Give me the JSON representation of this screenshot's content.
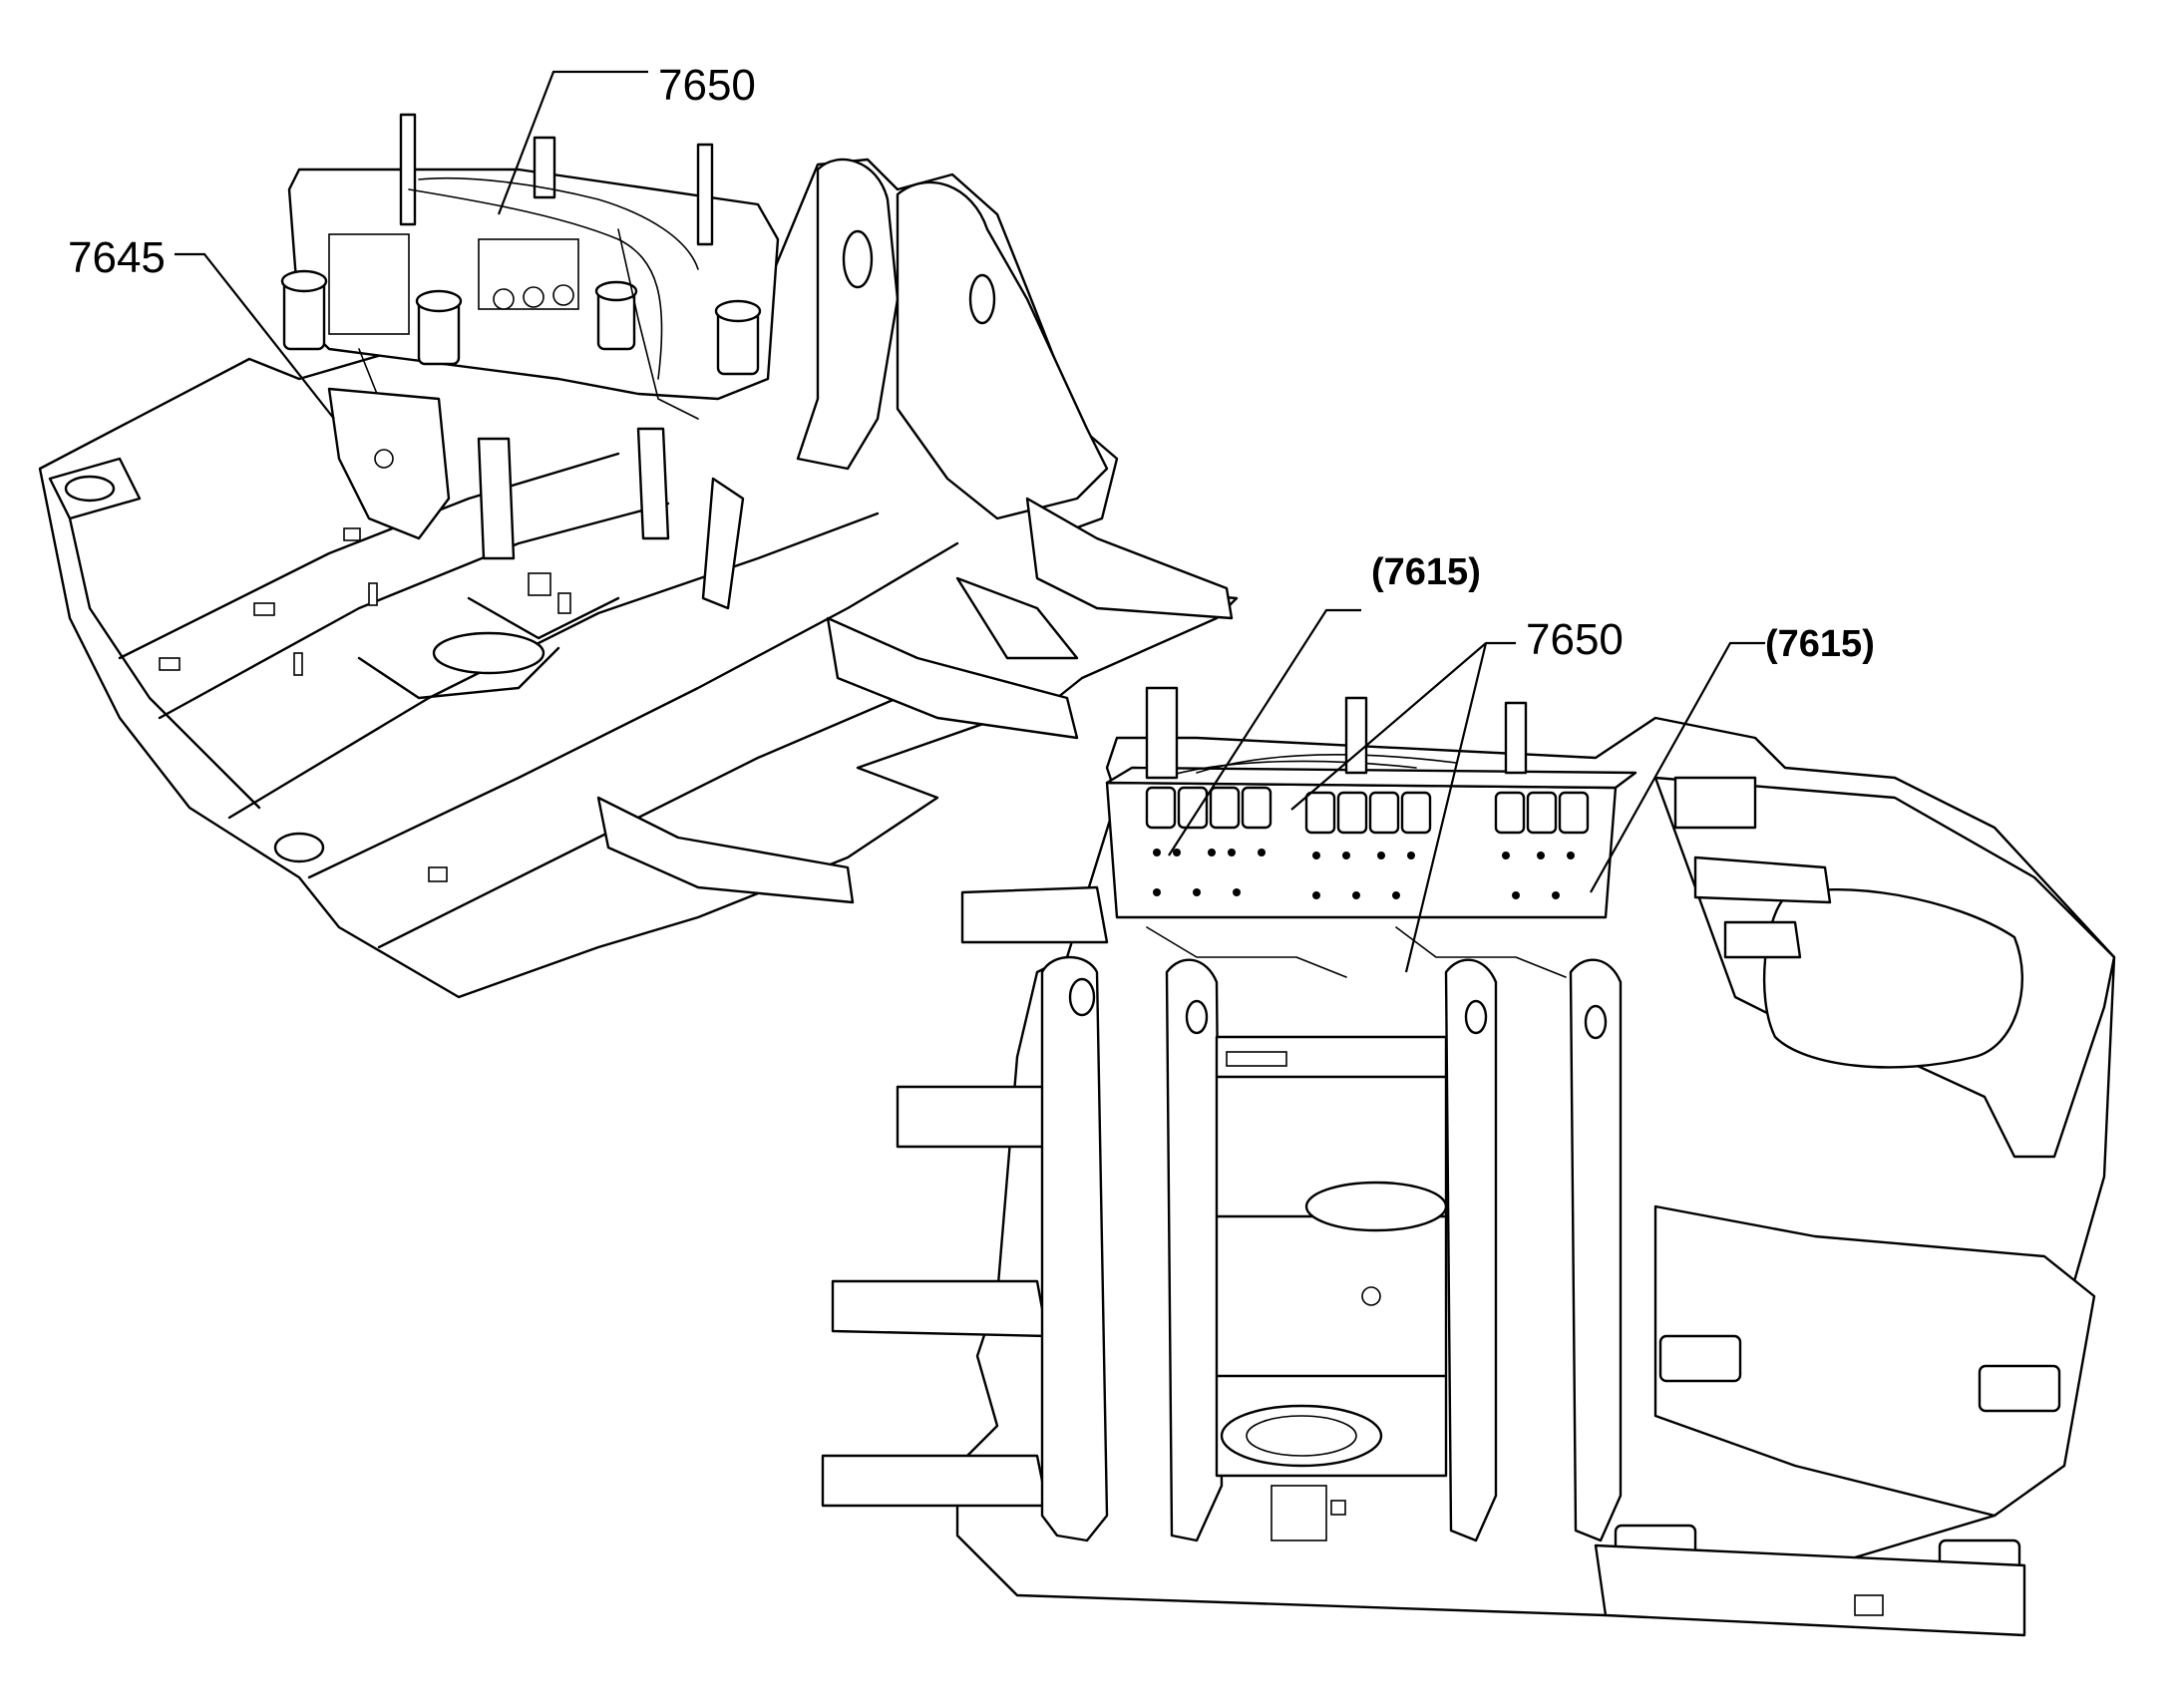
{
  "callouts": [
    {
      "id": "c1",
      "text": "7650"
    },
    {
      "id": "c2",
      "text": "7645"
    },
    {
      "id": "c3",
      "text": "(7615)"
    },
    {
      "id": "c4",
      "text": "7650"
    },
    {
      "id": "c5",
      "text": "(7615)"
    }
  ],
  "views": [
    {
      "id": "view-upper-left",
      "subject": "frame-with-valve-mounts"
    },
    {
      "id": "view-lower-right",
      "subject": "frame-with-control-valve-block"
    }
  ]
}
